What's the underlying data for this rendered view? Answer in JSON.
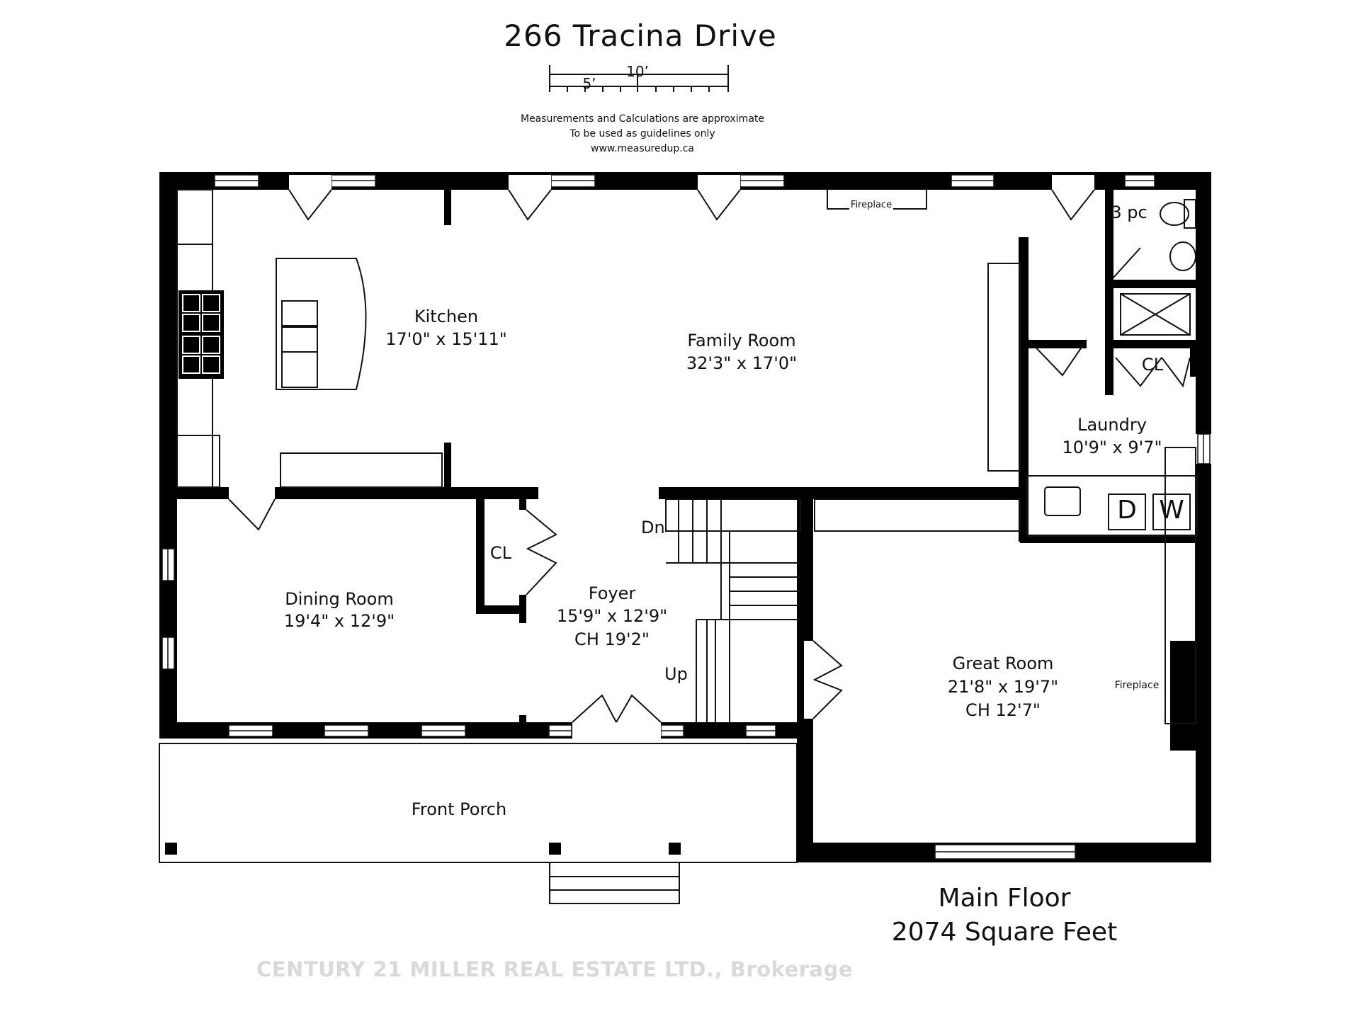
{
  "header": {
    "title": "266 Tracina Drive",
    "scale_10": "10’",
    "scale_5": "5’",
    "notes": [
      "Measurements and Calculations are approximate",
      "To be used as guidelines only",
      "www.measuredup.ca"
    ]
  },
  "rooms": {
    "kitchen": {
      "name": "Kitchen",
      "size": "17'0\" x 15'11\""
    },
    "family": {
      "name": "Family Room",
      "size": "32'3\" x 17'0\""
    },
    "dining": {
      "name": "Dining Room",
      "size": "19'4\" x 12'9\""
    },
    "foyer": {
      "name": "Foyer",
      "size": "15'9\" x 12'9\"",
      "ch": "CH 19'2\""
    },
    "great": {
      "name": "Great Room",
      "size": "21'8\" x 19'7\"",
      "ch": "CH 12'7\""
    },
    "laundry": {
      "name": "Laundry",
      "size": "10'9\" x 9'7\""
    },
    "porch": {
      "name": "Front Porch"
    }
  },
  "labels": {
    "fireplace_top": "Fireplace",
    "fireplace_right": "Fireplace",
    "bath": "3 pc",
    "closet_laundry": "CL",
    "closet_foyer": "CL",
    "stairs_down": "Dn",
    "stairs_up": "Up",
    "dryer": "D",
    "washer": "W"
  },
  "footer": {
    "floor": "Main Floor",
    "area": "2074 Square Feet",
    "watermark": "CENTURY 21 MILLER REAL ESTATE LTD., Brokerage"
  }
}
